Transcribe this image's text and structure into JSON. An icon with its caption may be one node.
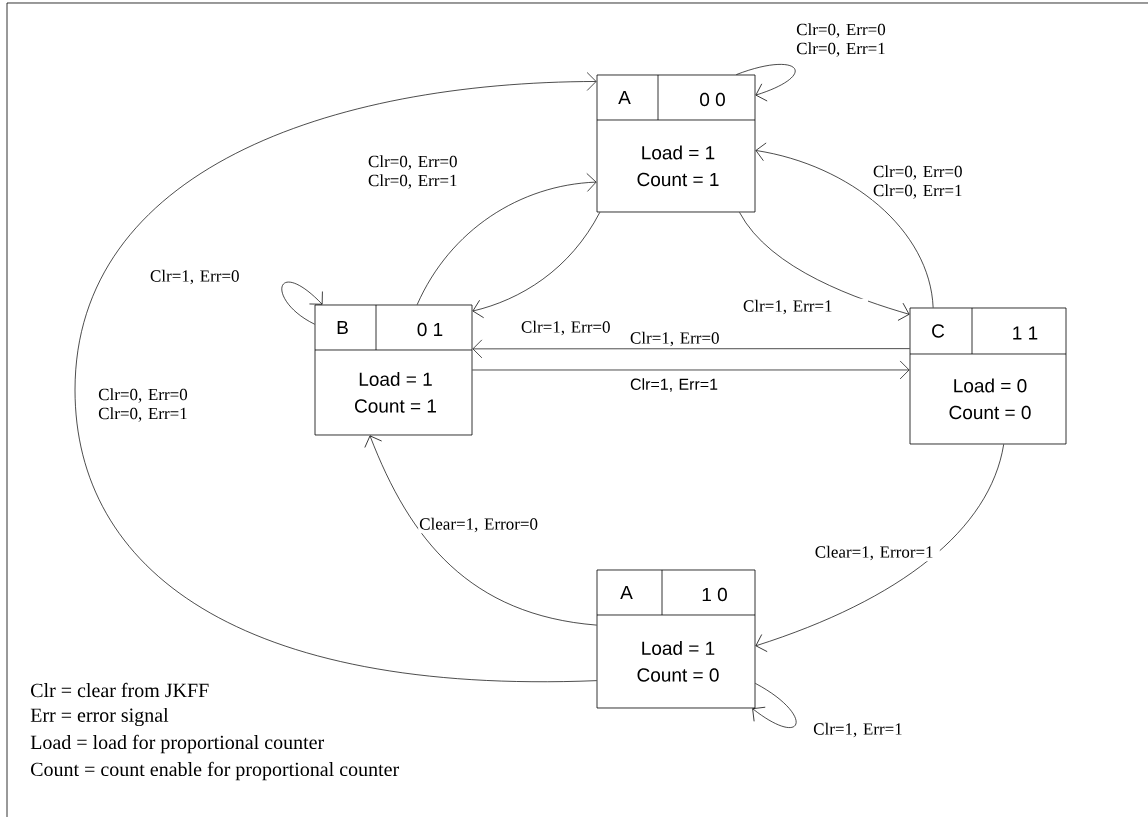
{
  "diagram": {
    "nodes": [
      {
        "text": [
          "A",
          "0 0",
          "Load = 1",
          "Count = 1"
        ]
      },
      {
        "text": [
          "B",
          "0 1",
          "Load = 1",
          "Count = 1"
        ]
      },
      {
        "text": [
          "C",
          "1 1",
          "Load = 0",
          "Count = 0"
        ]
      },
      {
        "text": [
          "A",
          "1 0",
          "Load = 1",
          "Count = 0"
        ]
      }
    ],
    "edges": [
      {
        "from": 0,
        "to": 0,
        "arrow": "to",
        "label": "Clr=0, Err=0 Clr=0, Err=1"
      },
      {
        "from": 1,
        "to": 0,
        "arrow": "to",
        "label": "Clr=0, Err=0 Clr=0, Err=1"
      },
      {
        "from": 0,
        "to": 1,
        "arrow": "to",
        "label": "Clr=1, Err=0"
      },
      {
        "from": 1,
        "to": 1,
        "arrow": "to",
        "label": "Clr=1, Err=0"
      },
      {
        "from": 0,
        "to": 2,
        "arrow": "to",
        "label": "Clr=1, Err=1"
      },
      {
        "from": 2,
        "to": 0,
        "arrow": "to",
        "label": "Clr=0, Err=0 Clr=0, Err=1"
      },
      {
        "from": 2,
        "to": 1,
        "arrow": "to",
        "label": "Clr=1, Err=0"
      },
      {
        "from": 1,
        "to": 2,
        "arrow": "to",
        "label": "Clr=1, Err=1"
      },
      {
        "from": 2,
        "to": 3,
        "arrow": "to",
        "label": "Clear=1, Error=1"
      },
      {
        "from": 3,
        "to": 1,
        "arrow": "to",
        "label": "Clear=1, Error=0"
      },
      {
        "from": 3,
        "to": 0,
        "arrow": "to",
        "label": "Clr=0, Err=0 Clr=0, Err=1"
      },
      {
        "from": 3,
        "to": 3,
        "arrow": "to",
        "label": "Clr=1, Err=1"
      }
    ],
    "labels": [
      "Clr = clear from JKFF",
      "Err = error signal",
      "Load = load for proportional counter",
      "Count = count enable for proportional counter"
    ]
  }
}
